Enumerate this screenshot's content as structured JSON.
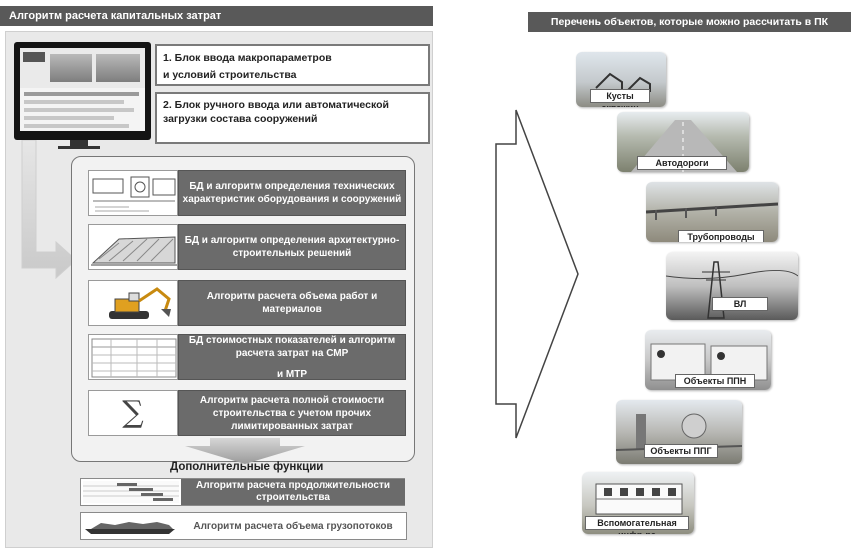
{
  "headers": {
    "left": "Алгоритм расчета капитальных затрат",
    "right": "Перечень объектов, которые можно рассчитать в ПК"
  },
  "blocks": {
    "block1_line1": "1. Блок ввода макропараметров",
    "block1_line2": "и условий строительства",
    "block2": "2. Блок ручного ввода или автоматической загрузки состава сооружений"
  },
  "algorithm_rows": [
    {
      "label": "БД и алгоритм определения технических характеристик оборудования и сооружений"
    },
    {
      "label": "БД и алгоритм определения архитектурно-строительных решений"
    },
    {
      "label": "Алгоритм расчета объема работ и материалов"
    },
    {
      "label_line1": "БД стоимостных показателей и алгоритм расчета затрат на СМР",
      "label_line2": "и МТР"
    },
    {
      "label": "Алгоритм расчета полной стоимости строительства с учетом прочих лимитированных затрат",
      "icon": "∑"
    }
  ],
  "additional": {
    "title": "Дополнительные функции",
    "items": [
      "Алгоритм расчета продолжительности строительства",
      "Алгоритм расчета объема грузопотоков"
    ]
  },
  "objects": [
    "Кусты скважин",
    "Автодороги",
    "Трубопроводы",
    "ВЛ",
    "Объекты ППН",
    "Объекты ППГ",
    "Вспомогательная инфр-ра"
  ]
}
